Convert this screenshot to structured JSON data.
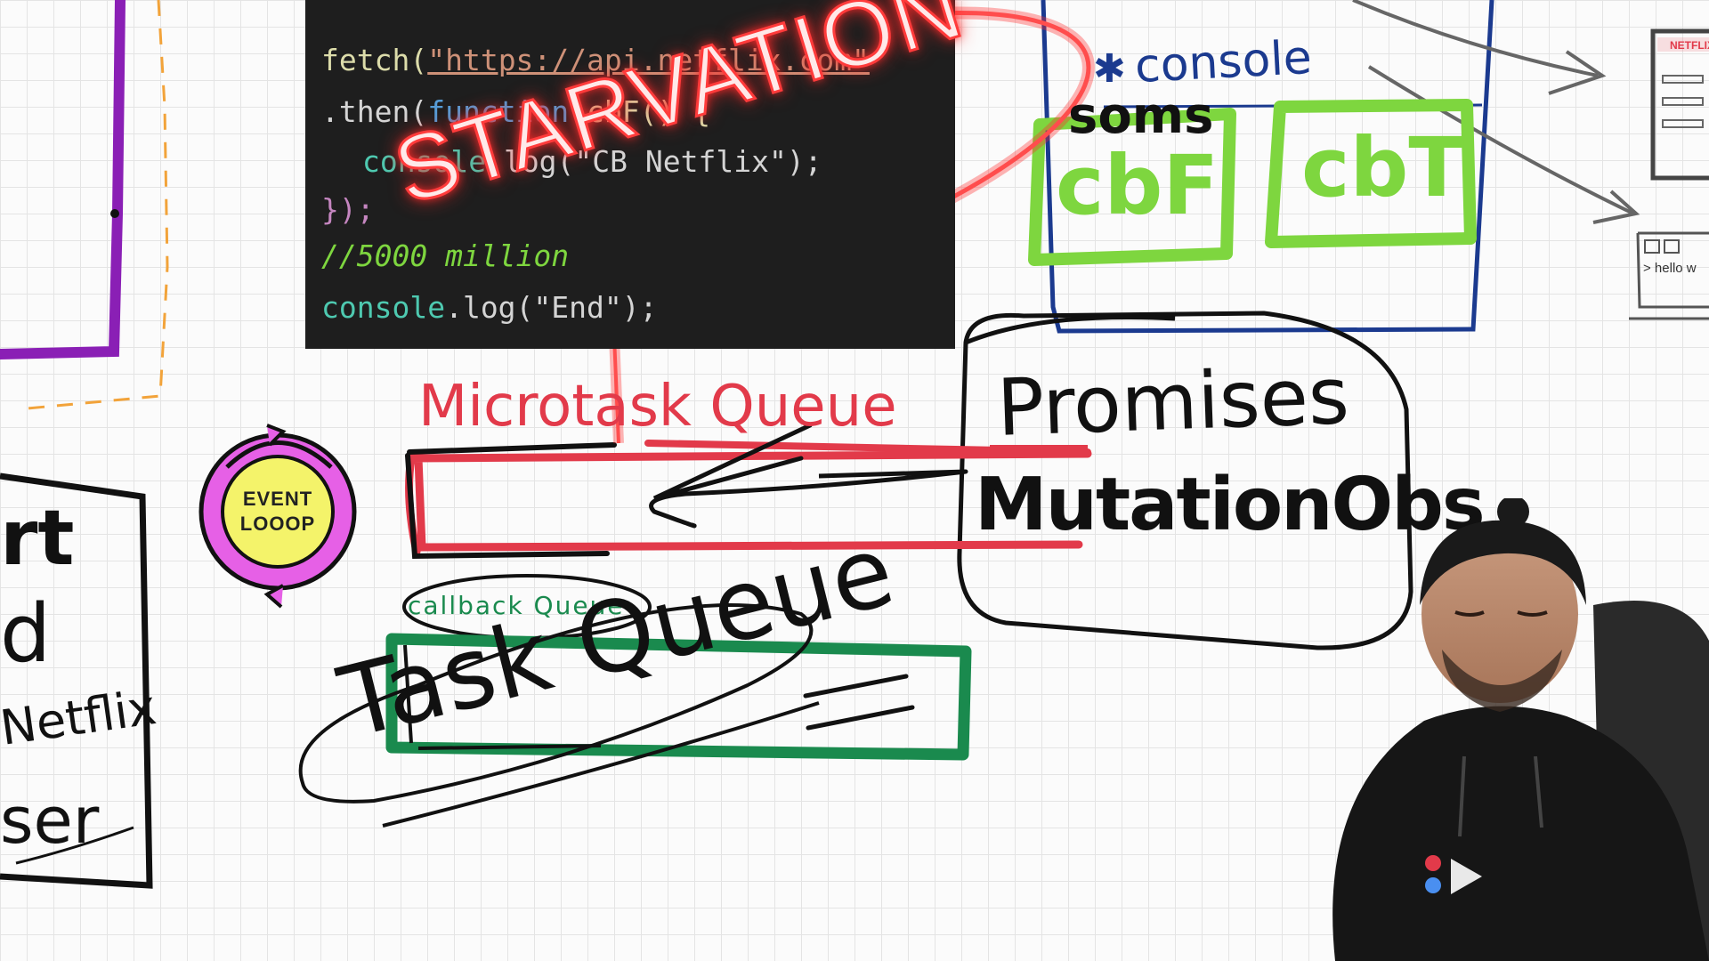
{
  "code": {
    "line1_fn": "fetch(",
    "line1_str": "\"https://api.netflix.com\"",
    "line2_a": ".then(",
    "line2_kw": "function",
    "line2_b": " cbF() {",
    "line3_a": "console",
    "line3_b": ".log(\"CB Netflix\");",
    "line4": "});",
    "line5": "//5000 million",
    "line6_a": "console",
    "line6_b": ".log(\"End\");"
  },
  "annotations": {
    "starvation": "STARVATION",
    "console_label": "console",
    "scope_label": "soms",
    "cbf": "cbF",
    "cbt": "cbT",
    "microtask_queue": "Microtask Queue",
    "promises": "Promises",
    "mutation_observer": "MutationObs",
    "callback_queue": "callback Queue",
    "task_queue": "Task Queue",
    "left_fragment_1": "rt",
    "left_fragment_2": "d",
    "left_fragment_3": "Netflix",
    "left_fragment_4": "ser"
  },
  "event_loop": {
    "line1": "EVENT",
    "line2": "LOOOP"
  },
  "browser_mini": {
    "brand": "NETFLIX",
    "console_text": "> hello w"
  },
  "colors": {
    "purple": "#8a1fb5",
    "green_box": "#7ed63f",
    "red": "#e23a4a",
    "teal_green": "#1a8a4e",
    "navy": "#1b3a8f",
    "badge_magenta": "#e660e6",
    "badge_yellow": "#f4f36a"
  }
}
